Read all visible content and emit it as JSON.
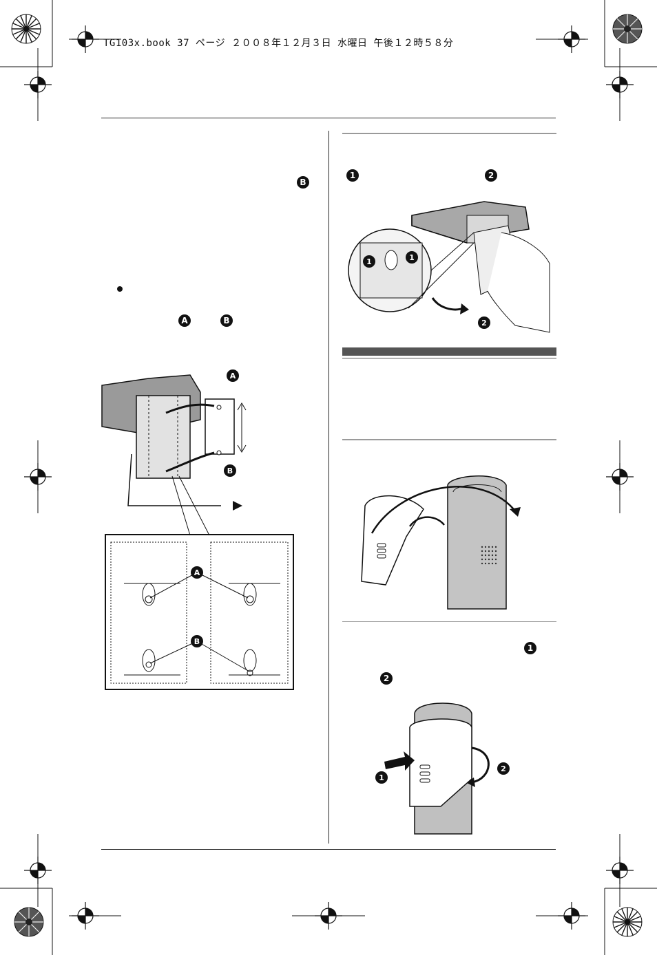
{
  "print_header": {
    "text": "TG103x.book  37 ページ  ２００８年１２月３日  水曜日  午後１２時５８分"
  },
  "markers": {
    "A": "A",
    "B": "B",
    "one": "1",
    "two": "2"
  },
  "colors": {
    "ink": "#111111",
    "section_bar": "#555555",
    "rule_gray": "#9a9a9a",
    "device_gray": "#8c8c8c"
  },
  "icons": [
    "registration-mark-icon",
    "color-target-icon",
    "bullet-icon",
    "arrow-icon"
  ]
}
